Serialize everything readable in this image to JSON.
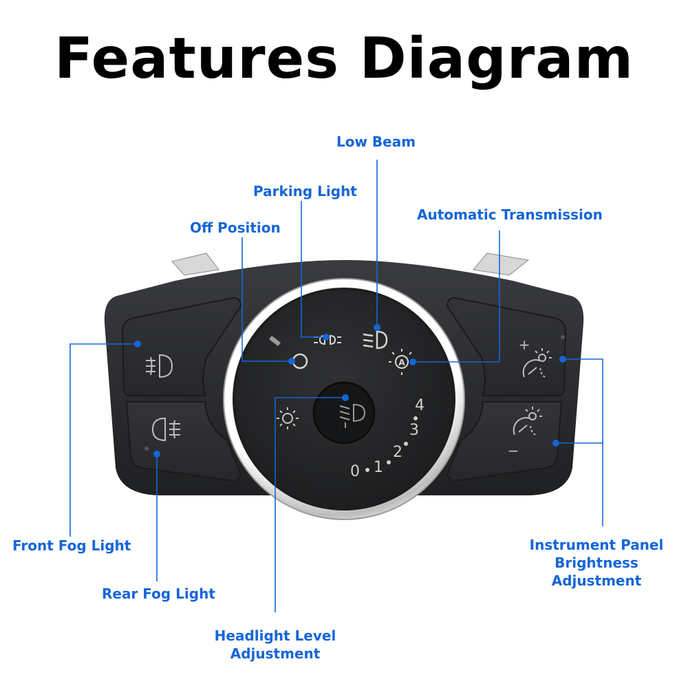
{
  "title": "Features Diagram",
  "labels": {
    "low_beam": "Low Beam",
    "parking_light": "Parking Light",
    "off_position": "Off Position",
    "automatic_transmission": "Automatic Transmission",
    "front_fog_light": "Front Fog Light",
    "rear_fog_light": "Rear Fog Light",
    "headlight_level_line1": "Headlight Level",
    "headlight_level_line2": "Adjustment",
    "instrument_line1": "Instrument Panel",
    "instrument_line2": "Brightness",
    "instrument_line3": "Adjustment"
  },
  "panel": {
    "leveling_marks": [
      "0",
      "1",
      "2",
      "3",
      "4"
    ],
    "plus_sign": "+",
    "minus_sign": "−",
    "auto_letter": "A"
  },
  "colors": {
    "label_blue": "#1565d8",
    "panel_body": "#2b2c2e",
    "chrome_ring": "#e6e6e6"
  }
}
